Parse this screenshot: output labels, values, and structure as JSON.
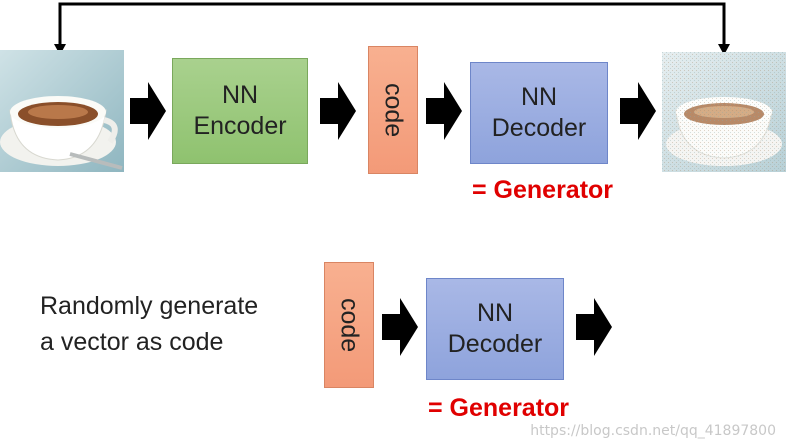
{
  "top_row": {
    "encoder_label_line1": "NN",
    "encoder_label_line2": "Encoder",
    "code_label": "code",
    "decoder_label_line1": "NN",
    "decoder_label_line2": "Decoder",
    "generator_label": "= Generator"
  },
  "bottom_row": {
    "description_line1": "Randomly generate",
    "description_line2": "a vector as code",
    "code_label": "code",
    "decoder_label_line1": "NN",
    "decoder_label_line2": "Decoder",
    "generator_label": "= Generator"
  },
  "watermark": "https://blog.csdn.net/qq_41897800",
  "colors": {
    "encoder": "#a9d18e",
    "decoder": "#8ea3dc",
    "code": "#f4a583",
    "generator_text": "#e00000",
    "arrow": "#000000"
  },
  "images": {
    "input_image": "coffee-cup-photo",
    "output_image": "reconstructed-coffee-cup-photo"
  }
}
